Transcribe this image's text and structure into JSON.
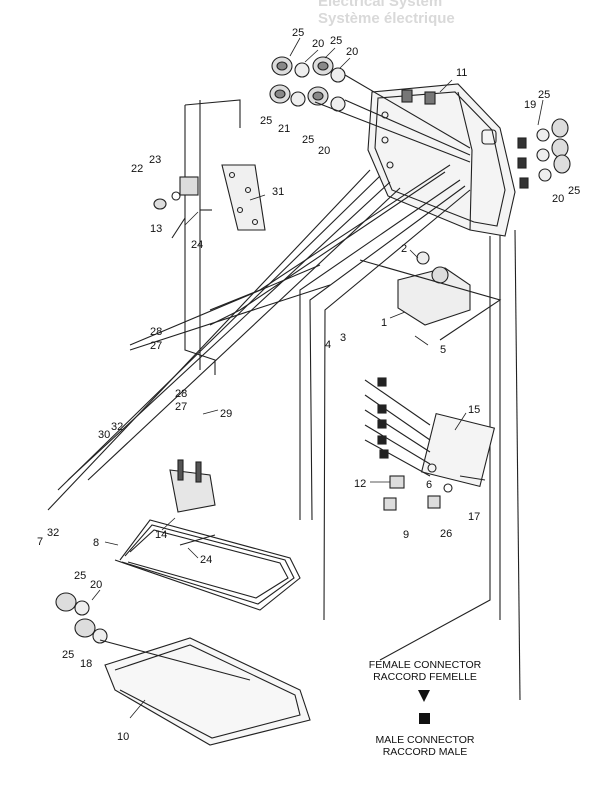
{
  "header_ghost": {
    "line1": "Electrical System",
    "line2": "Système électrique"
  },
  "callouts": [
    {
      "id": "c25a",
      "text": "25"
    },
    {
      "id": "c20a",
      "text": "20"
    },
    {
      "id": "c25b",
      "text": "25"
    },
    {
      "id": "c20b",
      "text": "20"
    },
    {
      "id": "c11",
      "text": "11"
    },
    {
      "id": "c25c",
      "text": "25"
    },
    {
      "id": "c21",
      "text": "21"
    },
    {
      "id": "c25d",
      "text": "25"
    },
    {
      "id": "c20c",
      "text": "20"
    },
    {
      "id": "c19",
      "text": "19"
    },
    {
      "id": "c25e",
      "text": "25"
    },
    {
      "id": "c20d",
      "text": "20"
    },
    {
      "id": "c25f",
      "text": "25"
    },
    {
      "id": "c22",
      "text": "22"
    },
    {
      "id": "c23",
      "text": "23"
    },
    {
      "id": "c31",
      "text": "31"
    },
    {
      "id": "c13",
      "text": "13"
    },
    {
      "id": "c24a",
      "text": "24"
    },
    {
      "id": "c2",
      "text": "2"
    },
    {
      "id": "c1",
      "text": "1"
    },
    {
      "id": "c5",
      "text": "5"
    },
    {
      "id": "c4",
      "text": "4"
    },
    {
      "id": "c3",
      "text": "3"
    },
    {
      "id": "c28a",
      "text": "28"
    },
    {
      "id": "c27a",
      "text": "27"
    },
    {
      "id": "c28b",
      "text": "28"
    },
    {
      "id": "c27b",
      "text": "27"
    },
    {
      "id": "c29",
      "text": "29"
    },
    {
      "id": "c15",
      "text": "15"
    },
    {
      "id": "c30",
      "text": "30"
    },
    {
      "id": "c32a",
      "text": "32"
    },
    {
      "id": "c12",
      "text": "12"
    },
    {
      "id": "c6",
      "text": "6"
    },
    {
      "id": "c17",
      "text": "17"
    },
    {
      "id": "c9",
      "text": "9"
    },
    {
      "id": "c26",
      "text": "26"
    },
    {
      "id": "c7",
      "text": "7"
    },
    {
      "id": "c32b",
      "text": "32"
    },
    {
      "id": "c8",
      "text": "8"
    },
    {
      "id": "c14",
      "text": "14"
    },
    {
      "id": "c24b",
      "text": "24"
    },
    {
      "id": "c25g",
      "text": "25"
    },
    {
      "id": "c20e",
      "text": "20"
    },
    {
      "id": "c25h",
      "text": "25"
    },
    {
      "id": "c18",
      "text": "18"
    },
    {
      "id": "c10",
      "text": "10"
    }
  ],
  "legend": {
    "female_en": "FEMALE CONNECTOR",
    "female_fr": "RACCORD FEMELLE",
    "male_en": "MALE CONNECTOR",
    "male_fr": "RACCORD MALE"
  }
}
